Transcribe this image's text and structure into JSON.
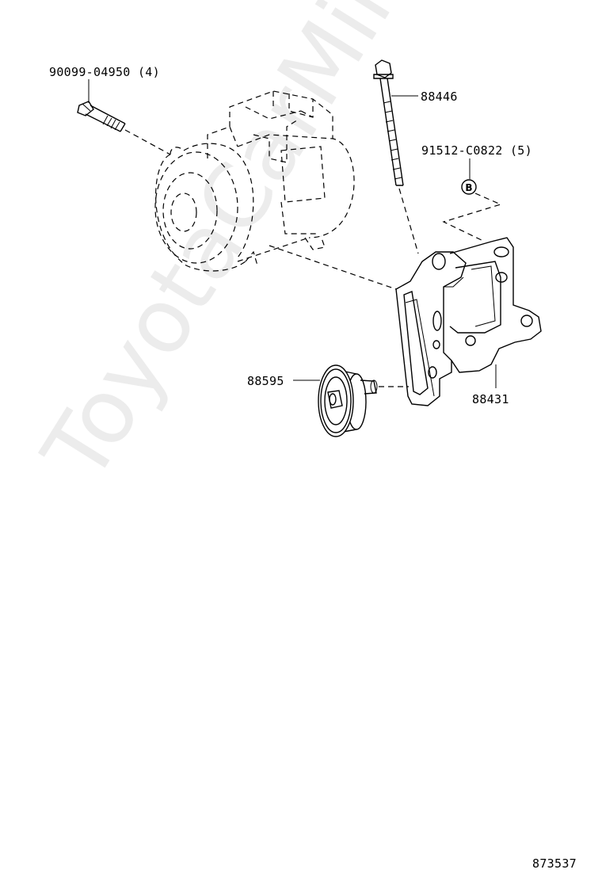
{
  "watermark": "ToyotaCarMine.ru",
  "parts": {
    "bolt_short": "90099-04950 (4)",
    "bolt_long": "88446",
    "nut": "91512-C0822 (5)",
    "nut_badge": "B",
    "idler_pulley": "88595",
    "bracket": "88431"
  },
  "diagram_number": "873537",
  "colors": {
    "line": "#000000",
    "watermark": "#ececec",
    "background": "#ffffff"
  }
}
